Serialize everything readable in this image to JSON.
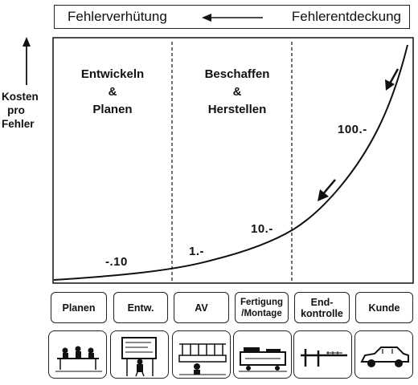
{
  "banner": {
    "left": "Fehlerverhütung",
    "right": "Fehlerentdeckung",
    "arrow_icon": "left-arrow-icon"
  },
  "y_axis": {
    "label_lines": [
      "Kosten",
      "pro",
      "Fehler"
    ]
  },
  "phases": [
    {
      "lines": [
        "Entwickeln",
        "&",
        "Planen"
      ]
    },
    {
      "lines": [
        "Beschaffen",
        "&",
        "Herstellen"
      ]
    }
  ],
  "cost_values": [
    {
      "label": "-.10",
      "value": 0.1
    },
    {
      "label": "1.-",
      "value": 1
    },
    {
      "label": "10.-",
      "value": 10
    },
    {
      "label": "100.-",
      "value": 100
    }
  ],
  "stages": [
    {
      "label": "Planen",
      "icon": "meeting-table-icon"
    },
    {
      "label": "Entw.",
      "icon": "engineer-drawing-board-icon"
    },
    {
      "label": "AV",
      "icon": "factory-layout-icon"
    },
    {
      "label": "Fertigung /Montage",
      "icon": "assembly-machine-icon"
    },
    {
      "label": "End-kontrolle",
      "icon": "caliper-icon"
    },
    {
      "label": "Kunde",
      "icon": "car-icon"
    }
  ]
}
